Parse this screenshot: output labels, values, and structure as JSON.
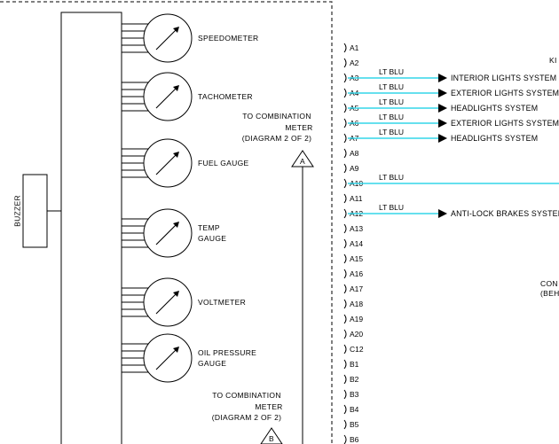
{
  "gauges": [
    {
      "id": "speedometer",
      "lines": [
        "SPEEDOMETER"
      ]
    },
    {
      "id": "tachometer",
      "lines": [
        "TACHOMETER"
      ]
    },
    {
      "id": "fuel-gauge",
      "lines": [
        "FUEL GAUGE"
      ]
    },
    {
      "id": "temp-gauge",
      "lines": [
        "TEMP",
        "GAUGE"
      ]
    },
    {
      "id": "voltmeter",
      "lines": [
        "VOLTMETER"
      ]
    },
    {
      "id": "oil-pressure-gauge",
      "lines": [
        "OIL PRESSURE",
        "GAUGE"
      ]
    }
  ],
  "buzzer": {
    "label": "BUZZER"
  },
  "connectors": [
    {
      "id": "a",
      "symbol": "A",
      "lines": [
        "TO COMBINATION",
        "METER",
        "(DIAGRAM 2 OF 2)"
      ]
    },
    {
      "id": "b",
      "symbol": "B",
      "lines": [
        "TO COMBINATION",
        "METER",
        "(DIAGRAM 2 OF 2)"
      ]
    }
  ],
  "pins": [
    "A1",
    "A2",
    "A3",
    "A4",
    "A5",
    "A6",
    "A7",
    "A8",
    "A9",
    "A10",
    "A11",
    "A12",
    "A13",
    "A14",
    "A15",
    "A16",
    "A17",
    "A18",
    "A19",
    "A20",
    "C12",
    "B1",
    "B2",
    "B3",
    "B4",
    "B5",
    "B6"
  ],
  "wires": [
    {
      "pin": "A3",
      "color_label": "LT BLU",
      "destination": "INTERIOR LIGHTS SYSTEM"
    },
    {
      "pin": "A4",
      "color_label": "LT BLU",
      "destination": "EXTERIOR LIGHTS SYSTEM"
    },
    {
      "pin": "A5",
      "color_label": "LT BLU",
      "destination": "HEADLIGHTS SYSTEM"
    },
    {
      "pin": "A6",
      "color_label": "LT BLU",
      "destination": "EXTERIOR LIGHTS SYSTEM"
    },
    {
      "pin": "A7",
      "color_label": "LT BLU",
      "destination": "HEADLIGHTS SYSTEM"
    },
    {
      "pin": "A10",
      "color_label": "LT BLU",
      "destination": ""
    },
    {
      "pin": "A12",
      "color_label": "LT BLU",
      "destination": "ANTI-LOCK BRAKES SYSTEM"
    }
  ],
  "edge_text": {
    "top_right": "KI",
    "mid_right_1": "CON",
    "mid_right_2": "(BEH"
  },
  "colors": {
    "wire": "#33d6e8",
    "line": "#000000",
    "background": "#ffffff"
  }
}
